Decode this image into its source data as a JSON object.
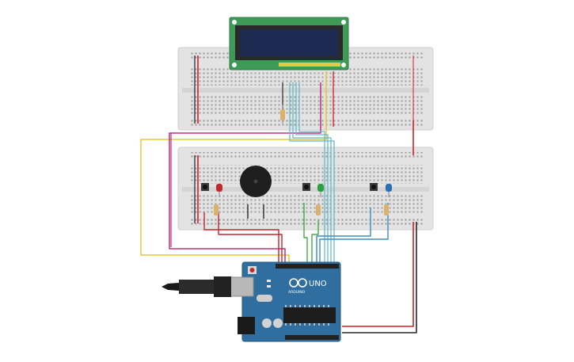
{
  "board": {
    "brand_label": "UNO",
    "sub_label": "ARDUINO",
    "logo_name": "arduino-infinity-logo"
  },
  "components": {
    "lcd": "lcd-16x2-display",
    "buzzer": "piezo-buzzer",
    "leds": [
      {
        "name": "led-red",
        "color": "#c0282d"
      },
      {
        "name": "led-green",
        "color": "#2e9e3f"
      },
      {
        "name": "led-blue",
        "color": "#2a6fb3"
      }
    ]
  },
  "colors": {
    "background": "#ffffff",
    "breadboard": "#e3e3e3",
    "board_blue": "#2f6e9e",
    "lcd_pcb": "#3e9a57",
    "lcd_screen": "#1d2a52",
    "wire_red": "#d0202a",
    "wire_yellow": "#e8c833",
    "wire_magenta": "#c0307a",
    "wire_cyan": "#69b8cc",
    "wire_green": "#48a84a",
    "wire_black": "#2a2a2a"
  }
}
